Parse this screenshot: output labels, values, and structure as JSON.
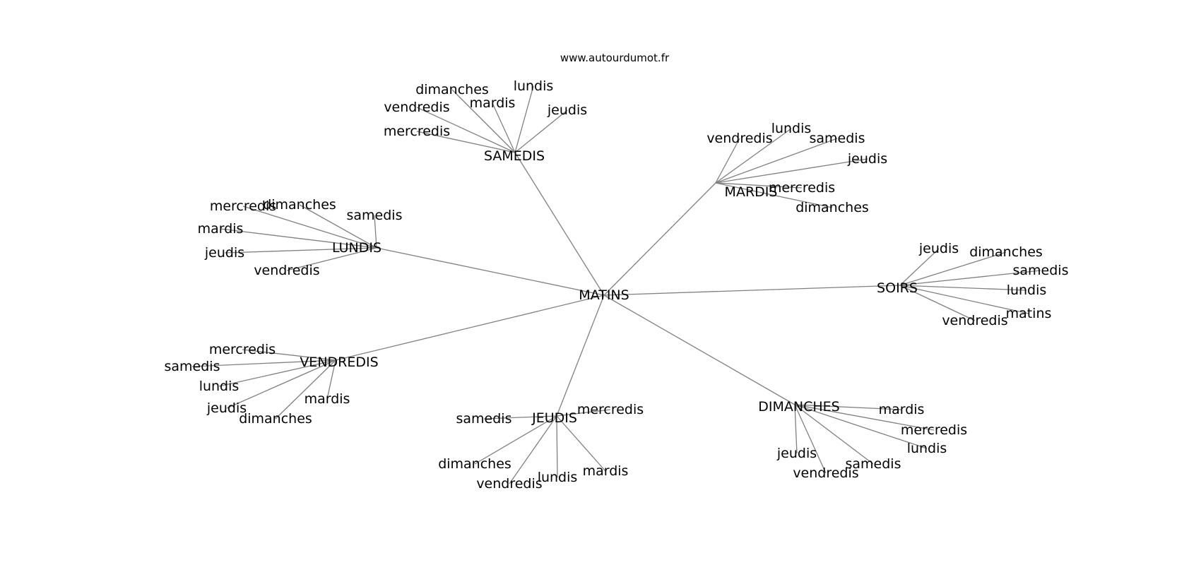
{
  "site": "www.autourdumot.fr",
  "graph": {
    "root": "MATINS",
    "clusters": [
      {
        "hub": "SAMEDIS",
        "leaves": [
          "dimanches",
          "lundis",
          "mardis",
          "vendredis",
          "jeudis",
          "mercredis"
        ]
      },
      {
        "hub": "MARDIS",
        "leaves": [
          "vendredis",
          "lundis",
          "samedis",
          "jeudis",
          "mercredis",
          "dimanches"
        ]
      },
      {
        "hub": "LUNDIS",
        "leaves": [
          "mercredis",
          "dimanches",
          "samedis",
          "mardis",
          "jeudis",
          "vendredis"
        ]
      },
      {
        "hub": "SOIRS",
        "leaves": [
          "jeudis",
          "dimanches",
          "samedis",
          "lundis",
          "matins",
          "vendredis"
        ]
      },
      {
        "hub": "VENDREDIS",
        "leaves": [
          "mercredis",
          "samedis",
          "lundis",
          "jeudis",
          "dimanches",
          "mardis"
        ]
      },
      {
        "hub": "JEUDIS",
        "leaves": [
          "samedis",
          "mercredis",
          "dimanches",
          "vendredis",
          "lundis",
          "mardis"
        ]
      },
      {
        "hub": "DIMANCHES",
        "leaves": [
          "mardis",
          "mercredis",
          "lundis",
          "samedis",
          "jeudis",
          "vendredis"
        ]
      }
    ]
  }
}
